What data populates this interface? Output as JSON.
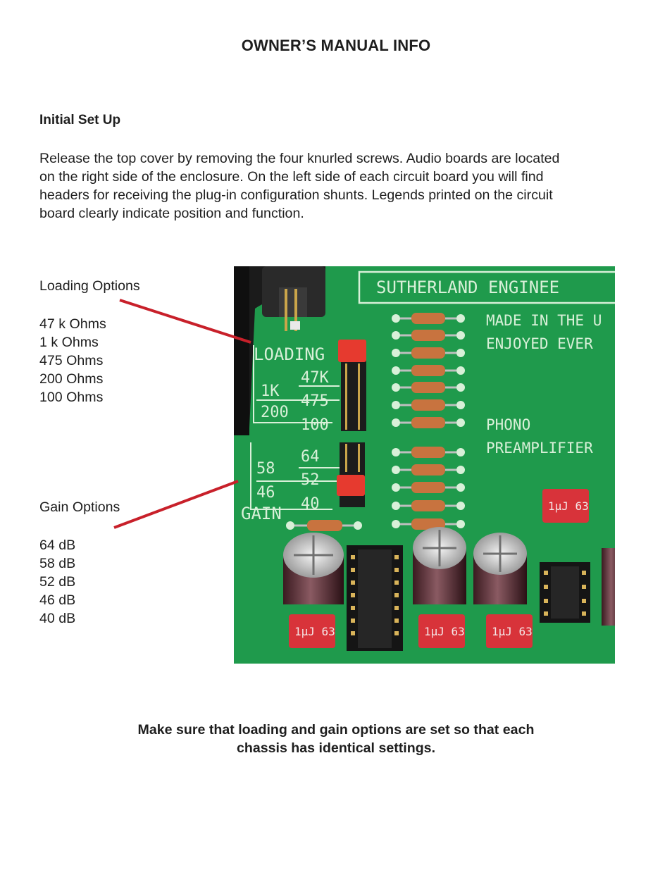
{
  "title": "OWNER’S MANUAL INFO",
  "section": {
    "heading": "Initial Set Up",
    "lines": [
      "Release the top cover by removing the four knurled screws.  Audio boards are located",
      "on the right side of the enclosure.  On the left side of each circuit board you will find",
      "headers for receiving the plug-in configuration shunts.  Legends printed on the circuit",
      "board clearly indicate position and function."
    ]
  },
  "loading": {
    "heading": "Loading Options",
    "items": [
      "47 k Ohms",
      "1 k Ohms",
      "475 Ohms",
      "200 Ohms",
      "100 Ohms"
    ]
  },
  "gain": {
    "heading": "Gain Options",
    "items": [
      "64 dB",
      "58 dB",
      "52 dB",
      "46 dB",
      "40 dB"
    ]
  },
  "board": {
    "brand": "SUTHERLAND ENGINEE",
    "made_in": "MADE IN THE U",
    "enjoyed": "ENJOYED EVER",
    "product_line1": "PHONO",
    "product_line2": "PREAMPLIFIER",
    "loading_label": "LOADING",
    "gain_label": "GAIN",
    "load_47k": "47K",
    "load_1k": "1K",
    "load_475": "475",
    "load_200": "200",
    "load_100": "100",
    "gain_64": "64",
    "gain_58": "58",
    "gain_52": "52",
    "gain_46": "46",
    "gain_40": "40",
    "cap_label": "1µJ 63"
  },
  "note": {
    "line1": "Make sure that loading and gain options are set so that each",
    "line2": "chassis has identical settings."
  },
  "colors": {
    "pcb_green": "#1f9a4c",
    "leader_red": "#c8202a",
    "cap_red": "#d8333a"
  }
}
